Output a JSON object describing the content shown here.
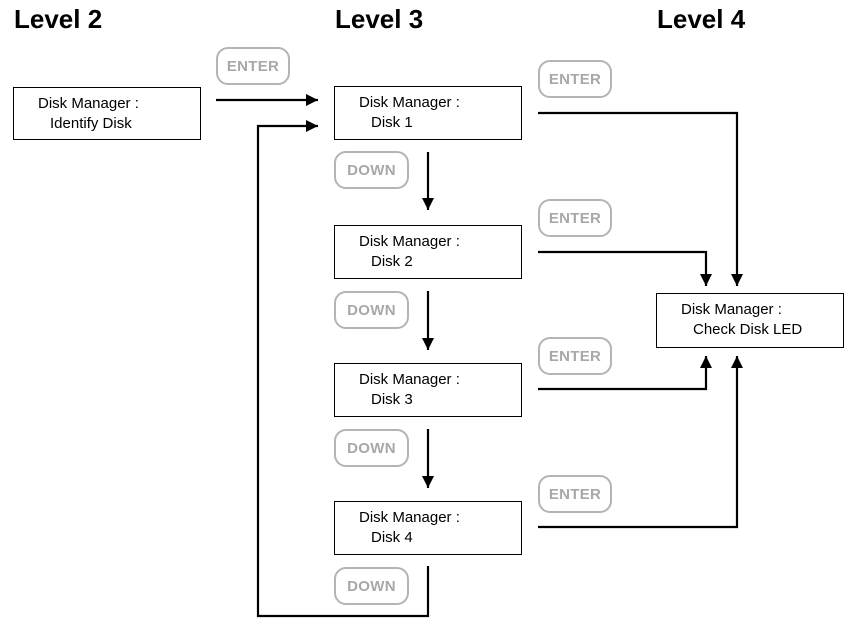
{
  "levels": {
    "l2": "Level 2",
    "l3": "Level 3",
    "l4": "Level 4"
  },
  "boxes": {
    "identify": {
      "line1": "Disk Manager :",
      "line2": "Identify Disk"
    },
    "disk1": {
      "line1": "Disk Manager :",
      "line2": "Disk 1"
    },
    "disk2": {
      "line1": "Disk Manager :",
      "line2": "Disk 2"
    },
    "disk3": {
      "line1": "Disk Manager :",
      "line2": "Disk 3"
    },
    "disk4": {
      "line1": "Disk Manager :",
      "line2": "Disk 4"
    },
    "check": {
      "line1": "Disk Manager :",
      "line2": "Check Disk LED"
    }
  },
  "keys": {
    "enter": "ENTER",
    "down": "DOWN"
  }
}
